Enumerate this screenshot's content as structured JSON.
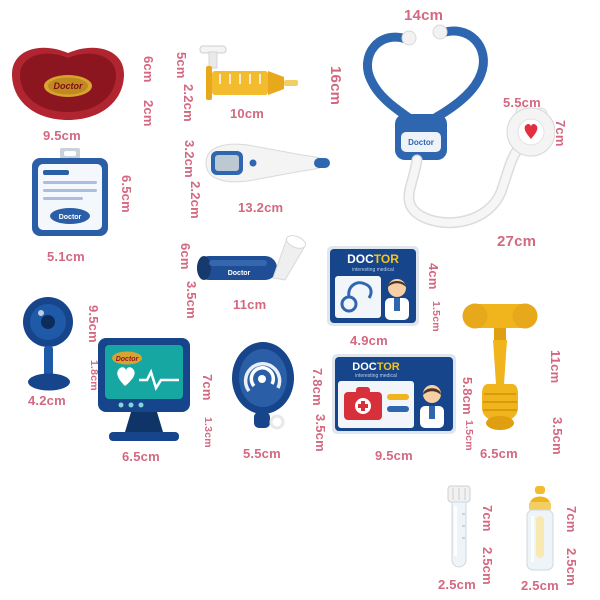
{
  "colors": {
    "label": "#d46880",
    "blue": "#2f66b0",
    "navy": "#16458c",
    "yellow": "#f0b41c",
    "red_dish": "#b02530"
  },
  "items": {
    "kidney_dish": {
      "logo": "Doctor",
      "width": "9.5cm",
      "height": "6cm",
      "depth": "2cm"
    },
    "syringe": {
      "plunger": "5cm",
      "diameter": "2.2cm",
      "length": "10cm"
    },
    "stethoscope": {
      "logo": "Doctor",
      "head_width": "14cm",
      "head_height": "16cm",
      "chest_width": "5.5cm",
      "chest_height": "7cm",
      "total_length": "27cm"
    },
    "badge": {
      "logo": "Doctor",
      "width": "5.1cm",
      "height": "6.5cm"
    },
    "thermometer": {
      "height": "3.2cm",
      "tip": "2.2cm",
      "length": "13.2cm"
    },
    "otoscope": {
      "logo": "Doctor",
      "height": "6cm",
      "diameter": "3.5cm",
      "length": "11cm"
    },
    "card_small": {
      "title_doc": "DOC",
      "title_tor": "TOR",
      "subtitle": "interesting medical",
      "height": "4cm",
      "thickness": "1.5cm",
      "width": "4.9cm"
    },
    "head_mirror": {
      "height": "9.5cm",
      "thickness": "1.8cm",
      "width": "4.2cm"
    },
    "monitor": {
      "logo": "Doctor",
      "height": "7cm",
      "base": "1.3cm",
      "width": "6.5cm"
    },
    "ear_scope": {
      "height": "7.8cm",
      "thickness": "3.5cm",
      "width": "5.5cm"
    },
    "card_large": {
      "title_doc": "DOC",
      "title_tor": "TOR",
      "subtitle": "interesting medical",
      "height": "5.8cm",
      "thickness": "1.5cm",
      "width": "9.5cm"
    },
    "hammer": {
      "height": "11cm",
      "handle": "3.5cm",
      "width": "6.5cm"
    },
    "test_tube": {
      "height": "7cm",
      "cap": "2.5cm",
      "diameter": "2.5cm"
    },
    "bottle": {
      "height": "7cm",
      "cap": "2.5cm",
      "diameter": "2.5cm"
    }
  }
}
